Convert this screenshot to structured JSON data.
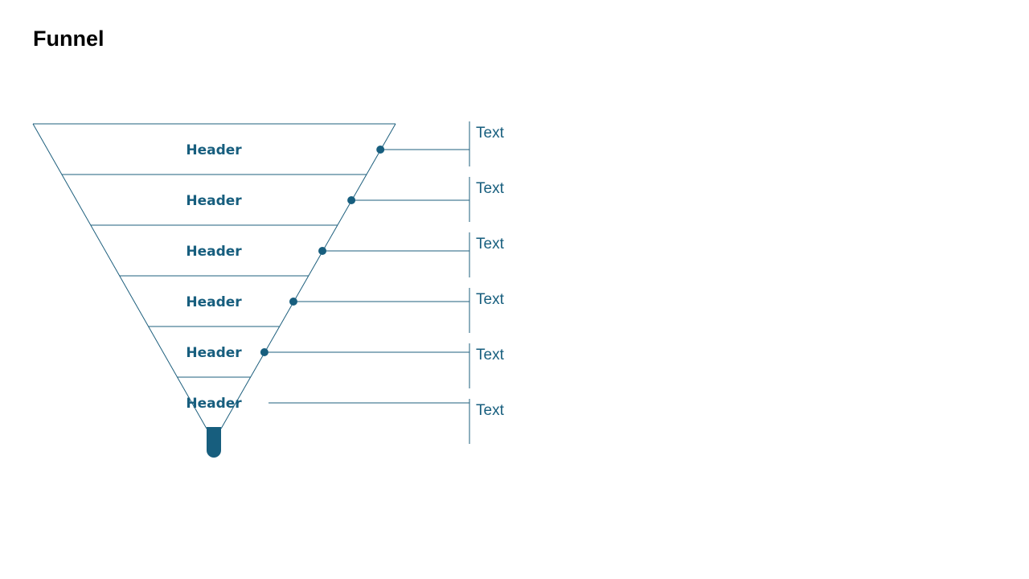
{
  "title": "Funnel",
  "colors": {
    "accent": "#175e7e",
    "line": "#1d5f7d",
    "background": "#ffffff"
  },
  "stages": [
    {
      "header": "Header",
      "text": "Text"
    },
    {
      "header": "Header",
      "text": "Text"
    },
    {
      "header": "Header",
      "text": "Text"
    },
    {
      "header": "Header",
      "text": "Text"
    },
    {
      "header": "Header",
      "text": "Text"
    },
    {
      "header": "Header",
      "text": "Text"
    }
  ]
}
